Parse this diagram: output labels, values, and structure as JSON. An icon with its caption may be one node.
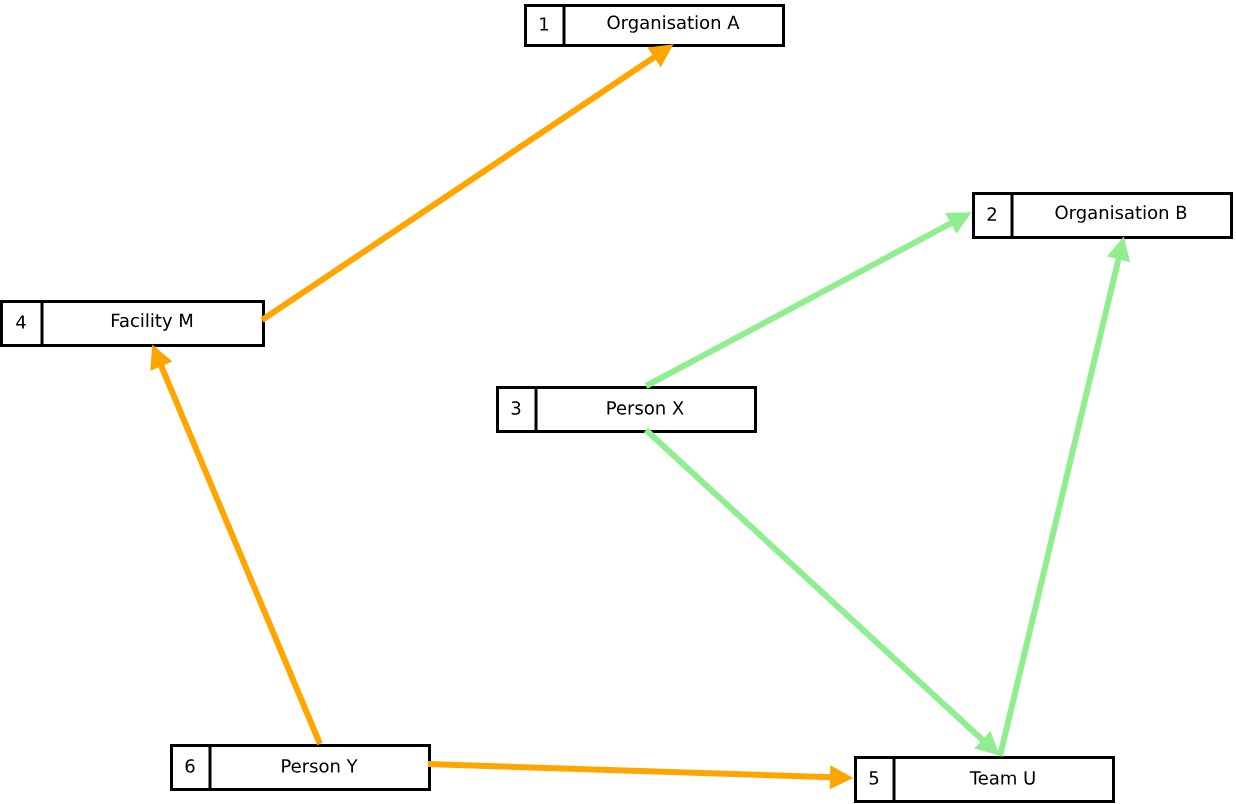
{
  "diagram": {
    "nodes": [
      {
        "text": [
          "1",
          "Organisation A"
        ]
      },
      {
        "text": [
          "2",
          "Organisation B"
        ]
      },
      {
        "text": [
          "3",
          "Person X"
        ]
      },
      {
        "text": [
          "4",
          "Facility M"
        ]
      },
      {
        "text": [
          "5",
          "Team U"
        ]
      },
      {
        "text": [
          "6",
          "Person Y"
        ]
      }
    ],
    "edges": [
      {
        "from": 3,
        "to": 0,
        "arrow": "to",
        "color": "#ffa500"
      },
      {
        "from": 2,
        "to": 1,
        "arrow": "to",
        "color": "#90ee90"
      },
      {
        "from": 2,
        "to": 4,
        "arrow": "to",
        "color": "#90ee90"
      },
      {
        "from": 4,
        "to": 1,
        "arrow": "to",
        "color": "#90ee90"
      },
      {
        "from": 5,
        "to": 3,
        "arrow": "to",
        "color": "#ffa500"
      },
      {
        "from": 5,
        "to": 4,
        "arrow": "to",
        "color": "#ffa500"
      }
    ]
  }
}
